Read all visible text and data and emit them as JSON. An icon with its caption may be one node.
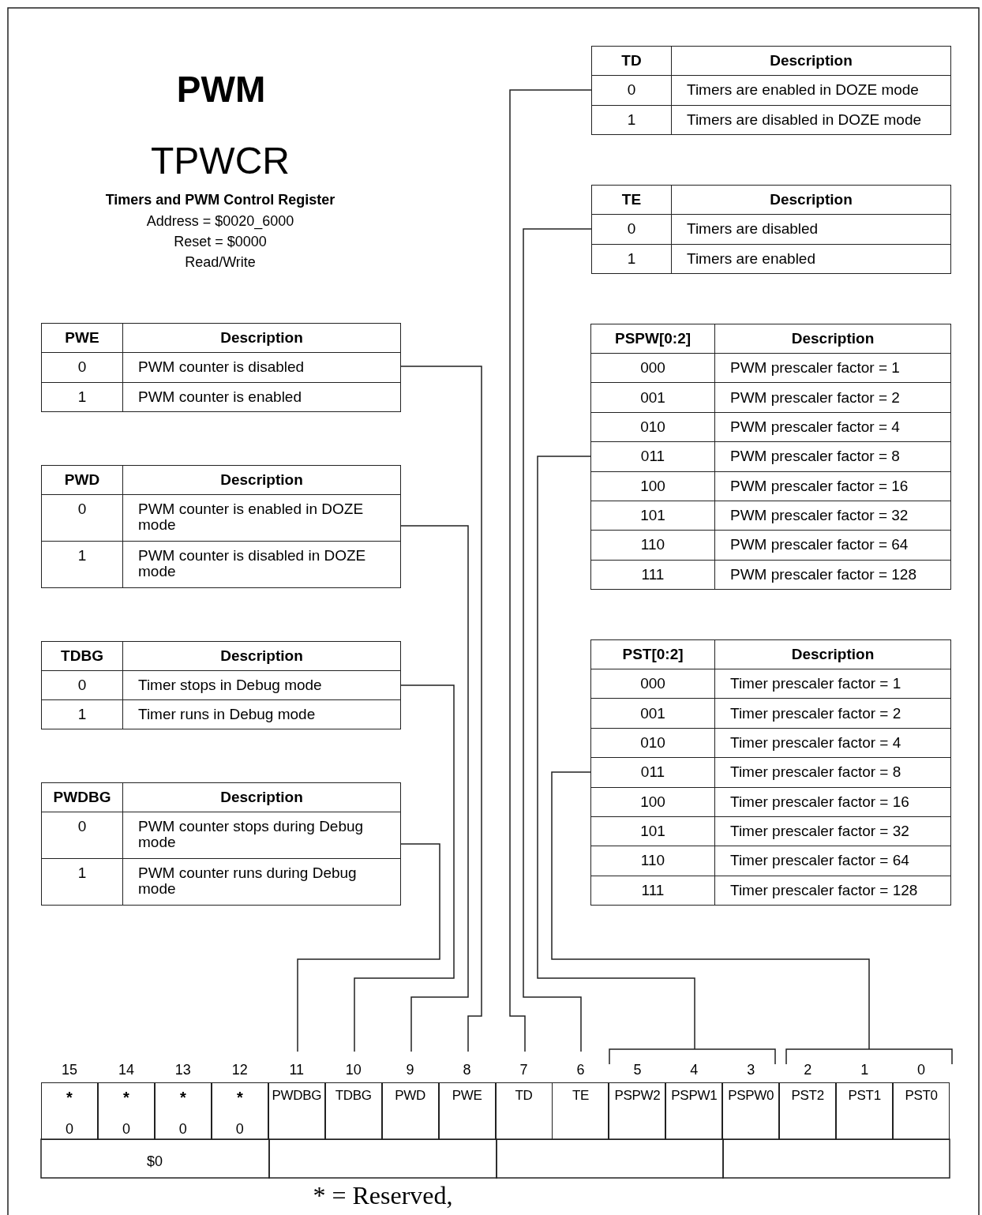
{
  "diagram": {
    "title": "PWM",
    "caption": "* = Reserved,",
    "nodes": [
      {
        "text": [
          "TD",
          "Description",
          "0",
          "Timers are enabled in DOZE mode",
          "1",
          "Timers are disabled in DOZE mode"
        ]
      },
      {
        "text": [
          "TE",
          "Description",
          "0",
          "Timers are disabled",
          "1",
          "Timers are enabled"
        ]
      },
      {
        "text": [
          "PWE",
          "Description",
          "0",
          "PWM counter is disabled",
          "1",
          "PWM counter is enabled"
        ]
      },
      {
        "text": [
          "PSPW[0:2]",
          "Description",
          "000",
          "PWM prescaler factor = 1",
          "001",
          "PWM prescaler factor = 2",
          "010",
          "PWM prescaler factor = 4",
          "011",
          "PWM prescaler factor = 8",
          "100",
          "PWM prescaler factor = 16",
          "101",
          "PWM prescaler factor = 32",
          "110",
          "PWM prescaler factor = 64",
          "111",
          "PWM prescaler factor = 128"
        ]
      },
      {
        "text": [
          "PWD",
          "Description",
          "0",
          "PWM counter is enabled in DOZE mode",
          "1",
          "PWM counter is disabled in DOZE mode"
        ]
      },
      {
        "text": [
          "TDBG",
          "Description",
          "0",
          "Timer stops in Debug mode",
          "1",
          "Timer runs in Debug mode"
        ]
      },
      {
        "text": [
          "PST[0:2]",
          "Description",
          "000",
          "Timer prescaler factor = 1",
          "001",
          "Timer prescaler factor = 2",
          "010",
          "Timer prescaler factor = 4",
          "011",
          "Timer prescaler factor = 8",
          "100",
          "Timer prescaler factor = 16",
          "101",
          "Timer prescaler factor = 32",
          "110",
          "Timer prescaler factor = 64",
          "111",
          "Timer prescaler factor = 128"
        ]
      },
      {
        "text": [
          "PWDBG",
          "Description",
          "0",
          "PWM counter stops during Debug mode",
          "1",
          "PWM counter runs during Debug mode"
        ]
      },
      {
        "text": [],
        "shape": "bracket"
      },
      {
        "text": [],
        "shape": "bracket"
      },
      {
        "text": [
          "15",
          "*",
          "0"
        ]
      },
      {
        "text": [
          "14",
          "*",
          "0"
        ]
      },
      {
        "text": [
          "13",
          "*",
          "0"
        ]
      },
      {
        "text": [
          "12",
          "*",
          "0"
        ]
      },
      {
        "text": [
          "11",
          "PWDBG"
        ]
      },
      {
        "text": [
          "10",
          "TDBG"
        ]
      },
      {
        "text": [
          "9",
          "PWD"
        ]
      },
      {
        "text": [
          "8",
          "PWE"
        ]
      },
      {
        "text": [
          "7",
          "TD"
        ]
      },
      {
        "text": [
          "6",
          "TE"
        ]
      },
      {
        "text": [
          "5",
          "PSPW2"
        ]
      },
      {
        "text": [
          "4",
          "PSPW1"
        ]
      },
      {
        "text": [
          "3",
          "PSPW0"
        ]
      },
      {
        "text": [
          "2",
          "PST2"
        ]
      },
      {
        "text": [
          "1",
          "PST1"
        ]
      },
      {
        "text": [
          "0",
          "PST0"
        ]
      }
    ],
    "edges": [
      {
        "from": 2,
        "to": 17,
        "arrow": "none"
      },
      {
        "from": 4,
        "to": 16,
        "arrow": "none"
      },
      {
        "from": 5,
        "to": 15,
        "arrow": "none"
      },
      {
        "from": 7,
        "to": 14,
        "arrow": "none"
      },
      {
        "from": 0,
        "to": 18,
        "arrow": "none"
      },
      {
        "from": 1,
        "to": 19,
        "arrow": "none"
      },
      {
        "from": 3,
        "to": 8,
        "arrow": "none"
      },
      {
        "from": 6,
        "to": 9,
        "arrow": "none"
      }
    ],
    "labels": [
      "TPWCR",
      "Timers and PWM Control Register",
      "Address = $0020_6000",
      "Reset = $0000",
      "Read/Write",
      "$0"
    ]
  }
}
